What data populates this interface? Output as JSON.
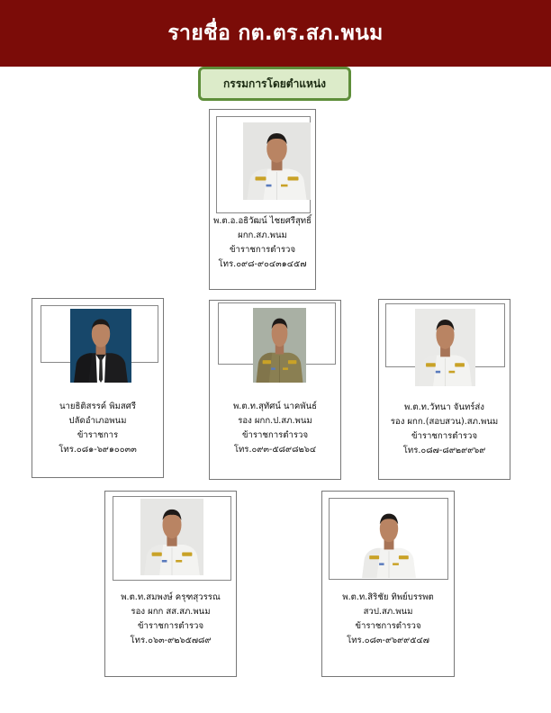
{
  "header": {
    "title": "รายชื่อ กต.ตร.สภ.พนม"
  },
  "section": {
    "label": "กรรมการโดยตำแหน่ง"
  },
  "members": [
    {
      "name": "พ.ต.อ.อธิวัฒน์  ไชยศรีสุทธิ์",
      "position": "ผกก.สภ.พนม",
      "role": "ข้าราชการตำรวจ",
      "phone": "โทร.๐๙๘-๙๐๔๓๑๔๕๗",
      "photo": {
        "attire": "white-uniform",
        "background": "#e4e4e2"
      }
    },
    {
      "name": "นายธิติสรรค์  พิมสศรี",
      "position": "ปลัดอำเภอพนม",
      "role": "ข้าราชการ",
      "phone": "โทร.๐๘๑-๖๙๑๐๐๓๓",
      "photo": {
        "attire": "dark-suit",
        "background": "#17476a"
      }
    },
    {
      "name": "พ.ต.ท.สุทัศน์ นาคพันธ์",
      "position": "รอง ผกก.ป.สภ.พนม",
      "role": "ข้าราชการตำรวจ",
      "phone": "โทร.๐๙๓-๕๘๙๘๒๖๔",
      "photo": {
        "attire": "khaki-uniform",
        "background": "#a9b0a4"
      }
    },
    {
      "name": "พ.ต.ท.วัทนา  จันทร์ส่ง",
      "position": "รอง ผกก.(สอบสวน).สภ.พนม",
      "role": "ข้าราชการตำรวจ",
      "phone": "โทร.๐๘๗-๘๙๒๙๙๖๙",
      "photo": {
        "attire": "white-uniform",
        "background": "#e9e9e7"
      }
    },
    {
      "name": "พ.ต.ท.สมพงษ์ ครุฑสุวรรณ",
      "position": "รอง ผกก สส.สภ.พนม",
      "role": "ข้าราชการตำรวจ",
      "phone": "โทร.๐๖๓-๙๒๖๕๗๘๙",
      "photo": {
        "attire": "white-uniform",
        "background": "#e6e6e4"
      }
    },
    {
      "name": "พ.ต.ท.สิริชัย ทิพย์บรรพต",
      "position": "สวป.สภ.พนม",
      "role": "ข้าราชการตำรวจ",
      "phone": "โทร.๐๘๓-๙๖๙๙๕๔๗",
      "photo": {
        "attire": "white-uniform",
        "background": "#ffffff"
      }
    }
  ]
}
